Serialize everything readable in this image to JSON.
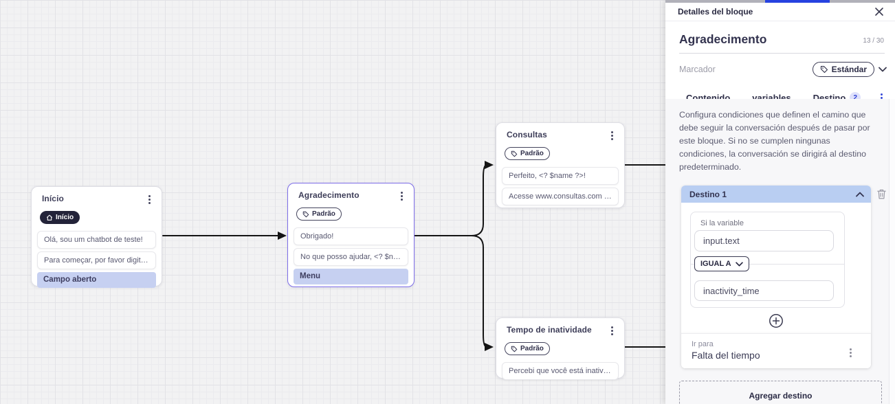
{
  "canvas": {
    "nodes": [
      {
        "title": "Início",
        "badge_label": "Início",
        "messages": [
          "Olá, sou um chatbot de teste!",
          "Para começar, por favor digite o ..."
        ],
        "action": "Campo aberto"
      },
      {
        "title": "Agradecimento",
        "badge_label": "Padrão",
        "messages": [
          "Obrigado!",
          "No que posso ajudar, <? $name ..."
        ],
        "action": "Menu"
      },
      {
        "title": "Consultas",
        "badge_label": "Padrão",
        "messages": [
          "Perfeito, <? $name ?>!",
          "Acesse www.consultas.com par..."
        ]
      },
      {
        "title": "Tempo de inatividade",
        "badge_label": "Padrão",
        "messages": [
          "Percebi que você está inativo. C..."
        ]
      }
    ]
  },
  "panel": {
    "titlebar": {
      "title": "Detalles del bloque"
    },
    "name": {
      "value": "Agradecimento",
      "counter": "13 / 30"
    },
    "marker": {
      "placeholder": "Marcador",
      "tag_label": "Estándar"
    },
    "tabs": [
      {
        "label": "Contenido"
      },
      {
        "label": "variables"
      },
      {
        "label": "Destino",
        "badge": "2",
        "active": true
      }
    ],
    "description": "Configura condiciones que definen el camino que debe seguir la conversación después de pasar por este bloque. Si no se cumplen ningunas condiciones, la conversación se dirigirá al destino predeterminado.",
    "destination": {
      "title": "Destino 1",
      "condition_label": "Si la variable",
      "variable_value": "input.text",
      "operator": "IGUAL A",
      "compare_value": "inactivity_time",
      "goto_label": "Ir para",
      "goto_value": "Falta del tiempo"
    },
    "add_destination_label": "Agregar destino"
  },
  "colors": {
    "accent_blue": "#2b46e8",
    "selected_node_border": "#7c6ce8",
    "action_row_bg": "#c6d0f1",
    "destination_header_bg": "#b9cef2",
    "start_pill_bg": "#232339",
    "edge_color": "#141414",
    "canvas_bg": "#f2f2f3"
  }
}
